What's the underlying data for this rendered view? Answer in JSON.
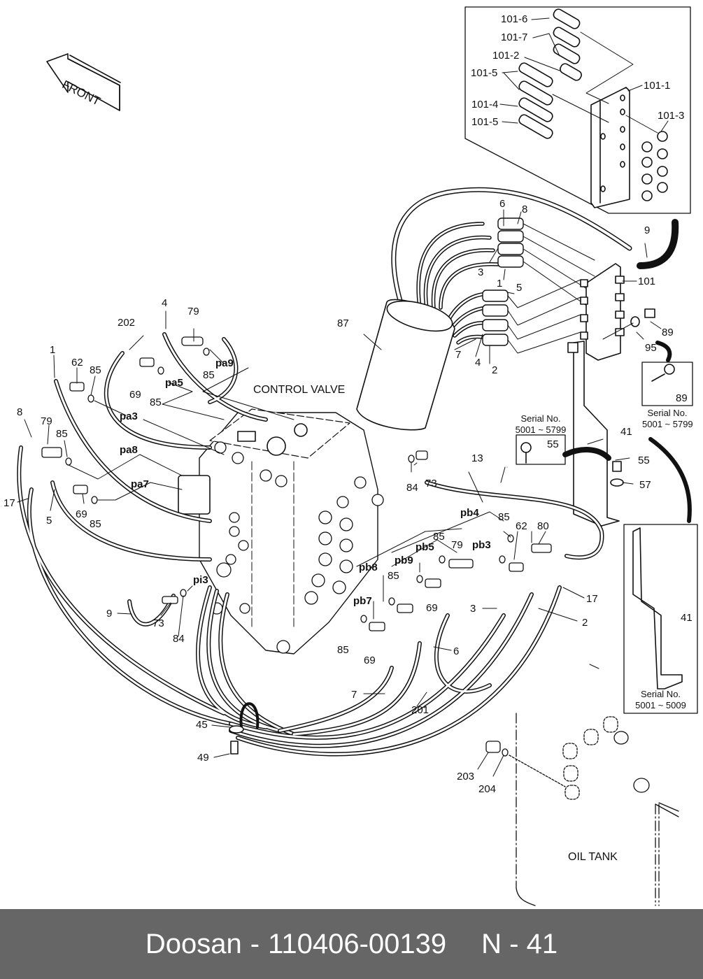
{
  "diagram": {
    "front_arrow": "FRONT",
    "control_valve_label": "CONTROL VALVE",
    "oil_tank_label": "OIL TANK",
    "inset_top": {
      "labels": [
        "101-6",
        "101-7",
        "101-2",
        "101-5",
        "101-4",
        "101-5",
        "101-1",
        "101-3"
      ]
    },
    "inset_89": {
      "part": "89",
      "serial_title": "Serial No.",
      "serial_range": "5001 ~ 5799"
    },
    "inset_55": {
      "part": "55",
      "serial_title": "Serial No.",
      "serial_range": "5001 ~ 5799"
    },
    "inset_41": {
      "part": "41",
      "serial_title": "Serial No.",
      "serial_range": "5001 ~ 5009"
    },
    "part_labels": [
      {
        "id": "p6a",
        "text": "6"
      },
      {
        "id": "p8a",
        "text": "8"
      },
      {
        "id": "p3a",
        "text": "3"
      },
      {
        "id": "p1a",
        "text": "1"
      },
      {
        "id": "p5a",
        "text": "5"
      },
      {
        "id": "p7a",
        "text": "7"
      },
      {
        "id": "p4a",
        "text": "4"
      },
      {
        "id": "p2a",
        "text": "2"
      },
      {
        "id": "p9a",
        "text": "9"
      },
      {
        "id": "p101",
        "text": "101"
      },
      {
        "id": "p89",
        "text": "89"
      },
      {
        "id": "p95",
        "text": "95"
      },
      {
        "id": "p87",
        "text": "87"
      },
      {
        "id": "p41",
        "text": "41"
      },
      {
        "id": "p55",
        "text": "55"
      },
      {
        "id": "p57",
        "text": "57"
      },
      {
        "id": "p13",
        "text": "13"
      },
      {
        "id": "p84a",
        "text": "84"
      },
      {
        "id": "p73a",
        "text": "73"
      },
      {
        "id": "p4b",
        "text": "4"
      },
      {
        "id": "p79a",
        "text": "79"
      },
      {
        "id": "p202",
        "text": "202"
      },
      {
        "id": "p1b",
        "text": "1"
      },
      {
        "id": "p62a",
        "text": "62"
      },
      {
        "id": "p85a",
        "text": "85"
      },
      {
        "id": "p69a",
        "text": "69"
      },
      {
        "id": "p85b",
        "text": "85"
      },
      {
        "id": "p85c",
        "text": "85"
      },
      {
        "id": "p8b",
        "text": "8"
      },
      {
        "id": "p79b",
        "text": "79"
      },
      {
        "id": "p85d",
        "text": "85"
      },
      {
        "id": "p17a",
        "text": "17"
      },
      {
        "id": "p5b",
        "text": "5"
      },
      {
        "id": "p69b",
        "text": "69"
      },
      {
        "id": "p85e",
        "text": "85"
      },
      {
        "id": "p9b",
        "text": "9"
      },
      {
        "id": "p73b",
        "text": "73"
      },
      {
        "id": "p84b",
        "text": "84"
      },
      {
        "id": "p85f",
        "text": "85"
      },
      {
        "id": "p62b",
        "text": "62"
      },
      {
        "id": "p80",
        "text": "80"
      },
      {
        "id": "p85g",
        "text": "85"
      },
      {
        "id": "p79c",
        "text": "79"
      },
      {
        "id": "p85h",
        "text": "85"
      },
      {
        "id": "p69c",
        "text": "69"
      },
      {
        "id": "p3b",
        "text": "3"
      },
      {
        "id": "p17b",
        "text": "17"
      },
      {
        "id": "p2b",
        "text": "2"
      },
      {
        "id": "p85i",
        "text": "85"
      },
      {
        "id": "p69d",
        "text": "69"
      },
      {
        "id": "p6b",
        "text": "6"
      },
      {
        "id": "p7b",
        "text": "7"
      },
      {
        "id": "p201",
        "text": "201"
      },
      {
        "id": "p45",
        "text": "45"
      },
      {
        "id": "p49",
        "text": "49"
      },
      {
        "id": "p203",
        "text": "203"
      },
      {
        "id": "p204",
        "text": "204"
      }
    ],
    "port_labels": [
      {
        "id": "pa9",
        "text": "pa9"
      },
      {
        "id": "pa5",
        "text": "pa5"
      },
      {
        "id": "pa3",
        "text": "pa3"
      },
      {
        "id": "pa8",
        "text": "pa8"
      },
      {
        "id": "pa7",
        "text": "pa7"
      },
      {
        "id": "pi3",
        "text": "pi3"
      },
      {
        "id": "pb4",
        "text": "pb4"
      },
      {
        "id": "pb5",
        "text": "pb5"
      },
      {
        "id": "pb3",
        "text": "pb3"
      },
      {
        "id": "pb9",
        "text": "pb9"
      },
      {
        "id": "pb8",
        "text": "pb8"
      },
      {
        "id": "pb7",
        "text": "pb7"
      }
    ]
  },
  "footer": {
    "brand": "Doosan",
    "separator": "-",
    "part_number": "110406-00139",
    "page_ref": "N - 41"
  }
}
